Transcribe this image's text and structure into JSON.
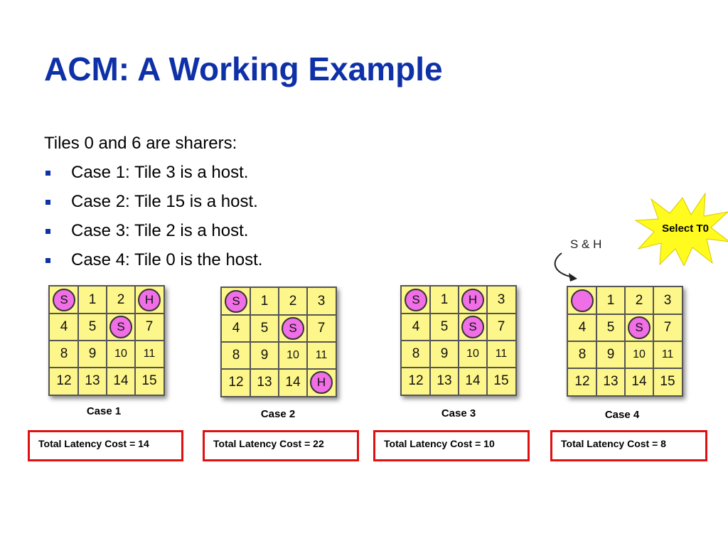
{
  "title": "ACM: A Working Example",
  "intro": "Tiles 0 and 6 are sharers:",
  "bullets": [
    "Case 1: Tile 3 is a host.",
    "Case 2: Tile 15 is a host.",
    "Case 3: Tile 2 is a host.",
    "Case 4: Tile 0 is the host."
  ],
  "callout": "Select T0",
  "arrow_label": "S & H",
  "cases": [
    {
      "label": "Case 1",
      "cost": "Total Latency Cost = 14",
      "cells": [
        "S",
        "1",
        "2",
        "H",
        "4",
        "5",
        "S",
        "7",
        "8",
        "9",
        "10",
        "11",
        "12",
        "13",
        "14",
        "15"
      ],
      "circled": [
        0,
        3,
        6
      ]
    },
    {
      "label": "Case 2",
      "cost": "Total Latency Cost = 22",
      "cells": [
        "S",
        "1",
        "2",
        "3",
        "4",
        "5",
        "S",
        "7",
        "8",
        "9",
        "10",
        "11",
        "12",
        "13",
        "14",
        "H"
      ],
      "circled": [
        0,
        6,
        15
      ]
    },
    {
      "label": "Case 3",
      "cost": "Total Latency Cost = 10",
      "cells": [
        "S",
        "1",
        "H",
        "3",
        "4",
        "5",
        "S",
        "7",
        "8",
        "9",
        "10",
        "11",
        "12",
        "13",
        "14",
        "15"
      ],
      "circled": [
        0,
        2,
        6
      ]
    },
    {
      "label": "Case 4",
      "cost": "Total Latency Cost = 8",
      "cells": [
        "",
        "1",
        "2",
        "3",
        "4",
        "5",
        "S",
        "7",
        "8",
        "9",
        "10",
        "11",
        "12",
        "13",
        "14",
        "15"
      ],
      "circled": [
        0,
        6
      ]
    }
  ],
  "colors": {
    "title": "#0f31a8",
    "tile_fill": "#fdf68a",
    "marker_fill": "#f06ee6",
    "cost_border": "#e01010",
    "starburst": "#fffb1e"
  }
}
